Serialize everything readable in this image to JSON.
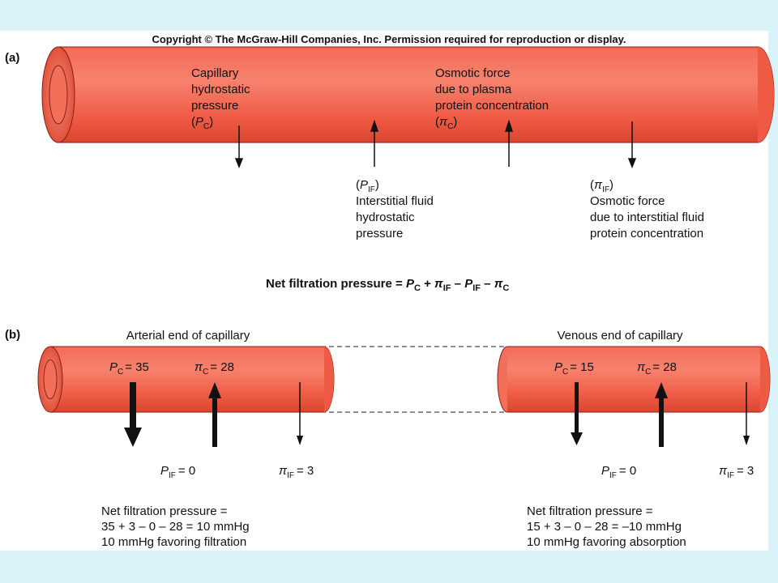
{
  "copyright": "Copyright © The McGraw-Hill Companies, Inc. Permission required for reproduction or display.",
  "colors": {
    "background": "#d9f3f9",
    "vessel_light": "#f7826e",
    "vessel_mid": "#ef5a44",
    "vessel_dark": "#d8452f",
    "vessel_outline": "#8a1f14",
    "arrow": "#111111"
  },
  "panel_a": {
    "label": "(a)",
    "pc_label_lines": [
      "Capillary",
      "hydrostatic",
      "pressure"
    ],
    "pc_symbol": "P",
    "pc_subscript": "C",
    "pic_label_lines": [
      "Osmotic force",
      "due to plasma",
      "protein concentration"
    ],
    "pic_symbol": "π",
    "pic_subscript": "C",
    "pif_symbol": "P",
    "pif_subscript": "IF",
    "pif_label_lines": [
      "Interstitial fluid",
      "hydrostatic",
      "pressure"
    ],
    "piif_symbol": "π",
    "piif_subscript": "IF",
    "piif_label_lines": [
      "Osmotic force",
      "due to interstitial fluid",
      "protein concentration"
    ],
    "equation_prefix": "Net filtration pressure = ",
    "equation_terms": [
      {
        "op": "",
        "sym": "P",
        "sub": "C"
      },
      {
        "op": " + ",
        "sym": "π",
        "sub": "IF"
      },
      {
        "op": " – ",
        "sym": "P",
        "sub": "IF"
      },
      {
        "op": " – ",
        "sym": "π",
        "sub": "C"
      }
    ]
  },
  "panel_b": {
    "label": "(b)",
    "arterial": {
      "title": "Arterial end of capillary",
      "pc": "P",
      "pc_sub": "C",
      "pc_value": "= 35",
      "pic": "π",
      "pic_sub": "C",
      "pic_value": "= 28",
      "pif": "P",
      "pif_sub": "IF",
      "pif_value": "= 0",
      "piif": "π",
      "piif_sub": "IF",
      "piif_value": "= 3",
      "net_lines": [
        "Net filtration pressure =",
        "35 + 3 – 0 – 28 = 10 mmHg",
        "10 mmHg favoring filtration"
      ]
    },
    "venous": {
      "title": "Venous end of capillary",
      "pc": "P",
      "pc_sub": "C",
      "pc_value": "= 15",
      "pic": "π",
      "pic_sub": "C",
      "pic_value": "= 28",
      "pif": "P",
      "pif_sub": "IF",
      "pif_value": "= 0",
      "piif": "π",
      "piif_sub": "IF",
      "piif_value": "= 3",
      "net_lines": [
        "Net filtration pressure =",
        "15 + 3 – 0 – 28 = –10 mmHg",
        "10 mmHg favoring absorption"
      ]
    }
  }
}
